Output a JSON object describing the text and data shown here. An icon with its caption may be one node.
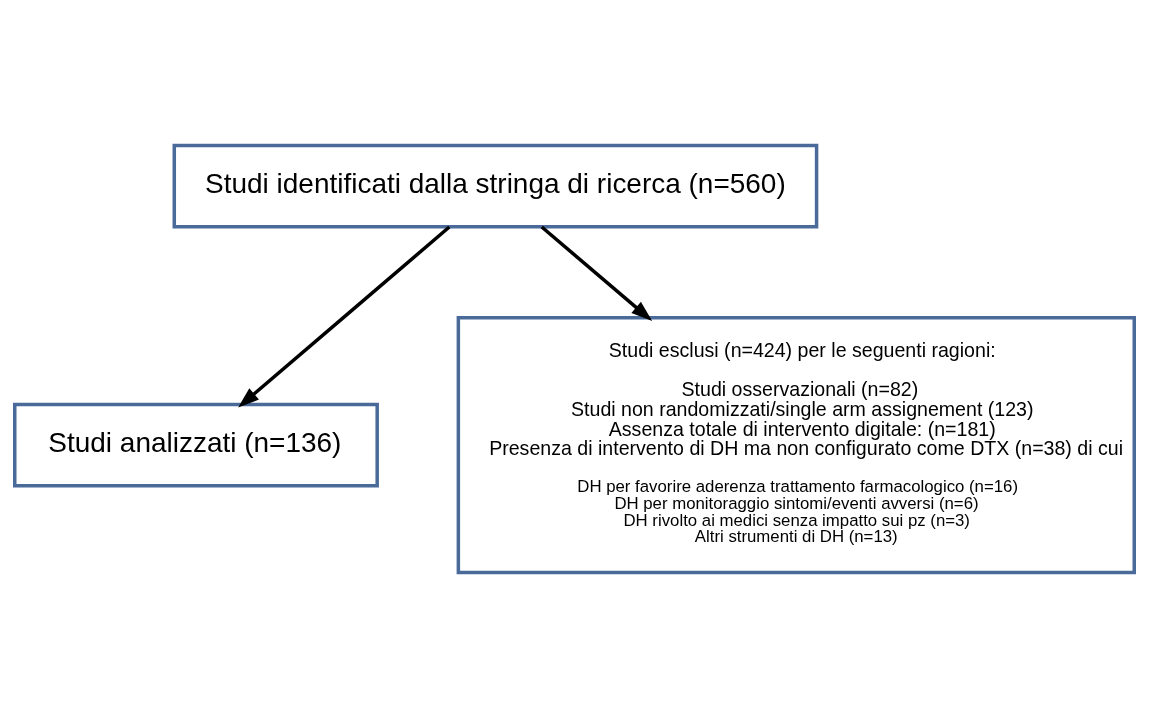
{
  "diagram": {
    "nodes": [
      {
        "text": [
          "Studi identificati dalla stringa di ricerca (n=560)"
        ]
      },
      {
        "text": [
          "Studi analizzati (n=136)"
        ]
      },
      {
        "text": [
          "Studi esclusi (n=424) per le seguenti ragioni:",
          "Studi osservazionali (n=82)",
          "Studi non randomizzati/single arm assignement (123)",
          "Assenza totale di intervento digitale: (n=181)",
          "Presenza di intervento di DH ma non configurato come DTX (n=38) di cui",
          "DH per favorire aderenza trattamento farmacologico (n=16)",
          "DH per monitoraggio sintomi/eventi avversi (n=6)",
          "DH rivolto ai medici senza impatto sui pz (n=3)",
          "Altri strumenti di DH (n=13)"
        ]
      }
    ],
    "edges": [
      {
        "from": 0,
        "to": 1,
        "arrow": "to"
      },
      {
        "from": 0,
        "to": 2,
        "arrow": "to"
      }
    ]
  }
}
